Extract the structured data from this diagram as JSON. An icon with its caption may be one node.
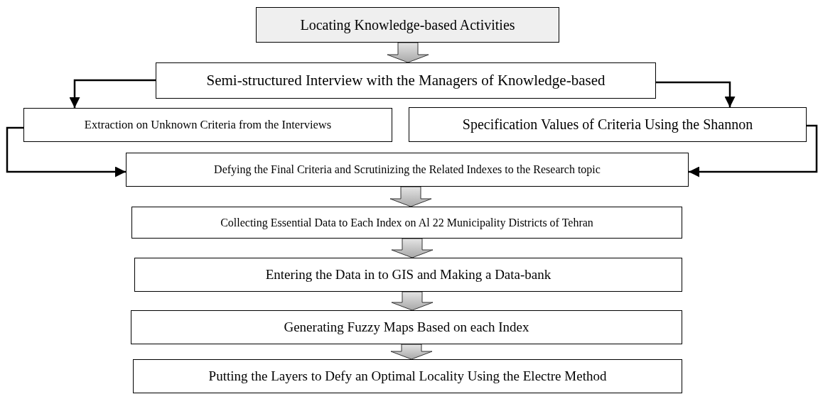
{
  "diagram": {
    "nodes": [
      {
        "text": [
          "Locating Knowledge-based Activities"
        ]
      },
      {
        "text": [
          "Semi-structured Interview with the Managers of Knowledge-based"
        ]
      },
      {
        "text": [
          "Extraction on Unknown Criteria from the Interviews"
        ]
      },
      {
        "text": [
          "Specification Values of Criteria Using the Shannon"
        ]
      },
      {
        "text": [
          "Defying the Final Criteria and Scrutinizing the Related Indexes to the Research topic"
        ]
      },
      {
        "text": [
          "Collecting Essential Data to Each Index on Al 22 Municipality Districts of Tehran"
        ]
      },
      {
        "text": [
          "Entering the Data in to GIS and Making a Data-bank"
        ]
      },
      {
        "text": [
          "Generating Fuzzy Maps Based on each Index"
        ]
      },
      {
        "text": [
          "Putting the Layers to Defy an Optimal Locality Using the Electre Method"
        ]
      }
    ],
    "edges": [
      {
        "from": 0,
        "to": 1,
        "arrow": "to",
        "style": "thick"
      },
      {
        "from": 1,
        "to": 2,
        "arrow": "to"
      },
      {
        "from": 1,
        "to": 3,
        "arrow": "to"
      },
      {
        "from": 2,
        "to": 4,
        "arrow": "to"
      },
      {
        "from": 3,
        "to": 4,
        "arrow": "to"
      },
      {
        "from": 4,
        "to": 5,
        "arrow": "to",
        "style": "thick"
      },
      {
        "from": 5,
        "to": 6,
        "arrow": "to",
        "style": "thick"
      },
      {
        "from": 6,
        "to": 7,
        "arrow": "to",
        "style": "thick"
      },
      {
        "from": 7,
        "to": 8,
        "arrow": "to",
        "style": "thick"
      }
    ]
  }
}
